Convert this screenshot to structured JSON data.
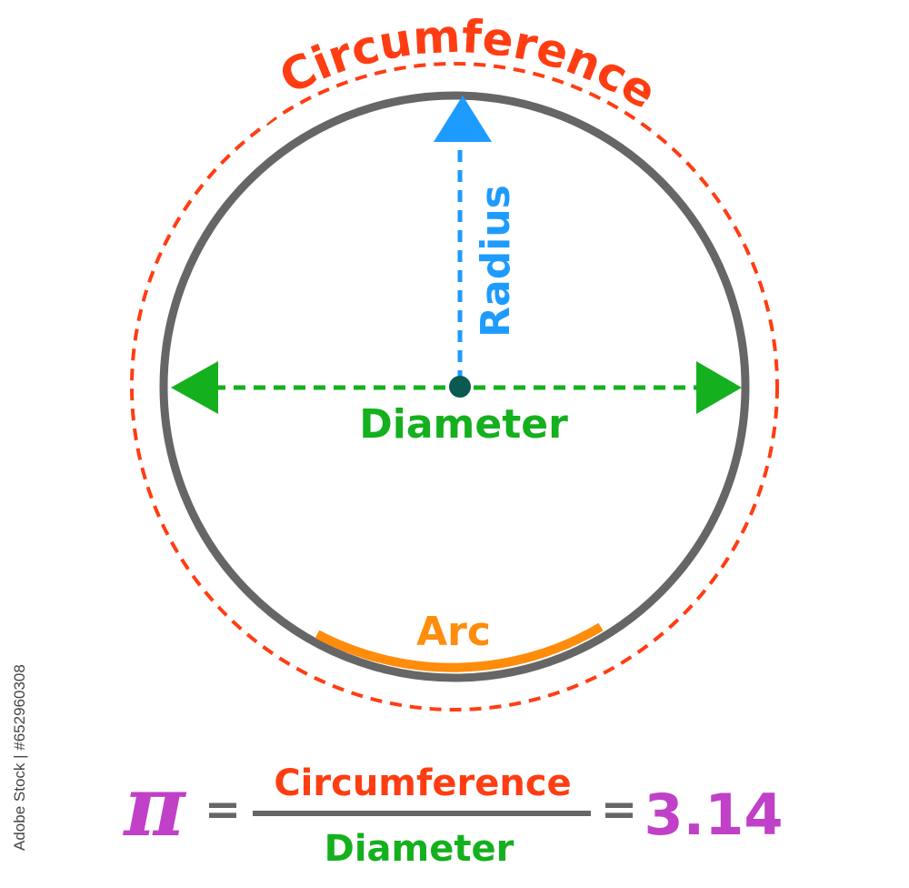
{
  "labels": {
    "circumference": "Circumference",
    "radius": "Radius",
    "diameter": "Diameter",
    "arc": "Arc"
  },
  "formula": {
    "symbol": "π",
    "equals": "=",
    "numerator": "Circumference",
    "denominator": "Diameter",
    "value": "3.14"
  },
  "watermark": "Adobe Stock | #652960308",
  "colors": {
    "circle": "#666666",
    "circumference": "#ff3d12",
    "radius": "#1e9bff",
    "diameter": "#14b01e",
    "center": "#0b5a52",
    "arc": "#ff8c0a",
    "pi": "#c040c8",
    "equals": "#666666"
  }
}
